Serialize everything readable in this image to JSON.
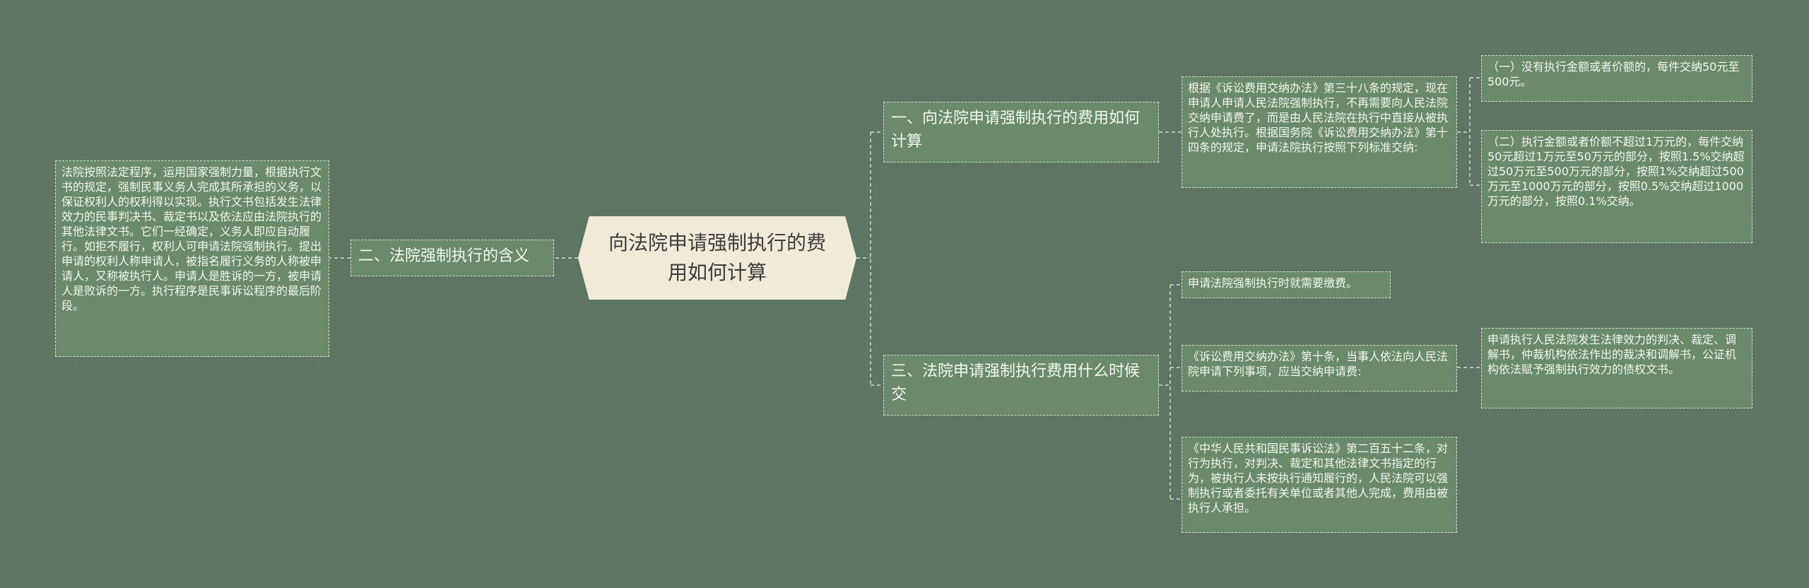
{
  "root": {
    "title": "向法院申请强制执行的费用如何计算"
  },
  "branches": {
    "b1": {
      "label": "一、向法院申请强制执行的费用如何计算",
      "detail": "根据《诉讼费用交纳办法》第三十八条的规定，现在申请人申请人民法院强制执行，不再需要向人民法院交纳申请费了，而是由人民法院在执行中直接从被执行人处执行。根据国务院《诉讼费用交纳办法》第十四条的规定，申请法院执行按照下列标准交纳:",
      "items": [
        "（一）没有执行金额或者价额的，每件交纳50元至500元。",
        "（二）执行金额或者价额不超过1万元的，每件交纳50元超过1万元至50万元的部分，按照1.5%交纳超过50万元至500万元的部分，按照1%交纳超过500万元至1000万元的部分，按照0.5%交纳超过1000万元的部分，按照0.1%交纳。"
      ]
    },
    "b2": {
      "label": "二、法院强制执行的含义",
      "detail": "法院按照法定程序，运用国家强制力量，根据执行文书的规定，强制民事义务人完成其所承担的义务，以保证权利人的权利得以实现。执行文书包括发生法律效力的民事判决书、裁定书以及依法应由法院执行的其他法律文书。它们一经确定，义务人即应自动履行。如拒不履行，权利人可申请法院强制执行。提出申请的权利人称申请人，被指名履行义务的人称被申请人，又称被执行人。申请人是胜诉的一方，被申请人是败诉的一方。执行程序是民事诉讼程序的最后阶段。"
    },
    "b3": {
      "label": "三、法院申请强制执行费用什么时候交",
      "item1": "申请法院强制执行时就需要缴费。",
      "item2": "《诉讼费用交纳办法》第十条，当事人依法向人民法院申请下列事项，应当交纳申请费:",
      "item2_child": "申请执行人民法院发生法律效力的判决、裁定、调解书，仲裁机构依法作出的裁决和调解书，公证机构依法赋予强制执行效力的债权文书。",
      "item3": "《中华人民共和国民事诉讼法》第二百五十二条，对行为执行，对判决、裁定和其他法律文书指定的行为，被执行人未按执行通知履行的，人民法院可以强制执行或者委托有关单位或者其他人完成，费用由被执行人承担。"
    }
  },
  "colors": {
    "background": "#5f7563",
    "node": "#6a8a6e",
    "root": "#f0eadb",
    "line": "#cfdccf"
  }
}
